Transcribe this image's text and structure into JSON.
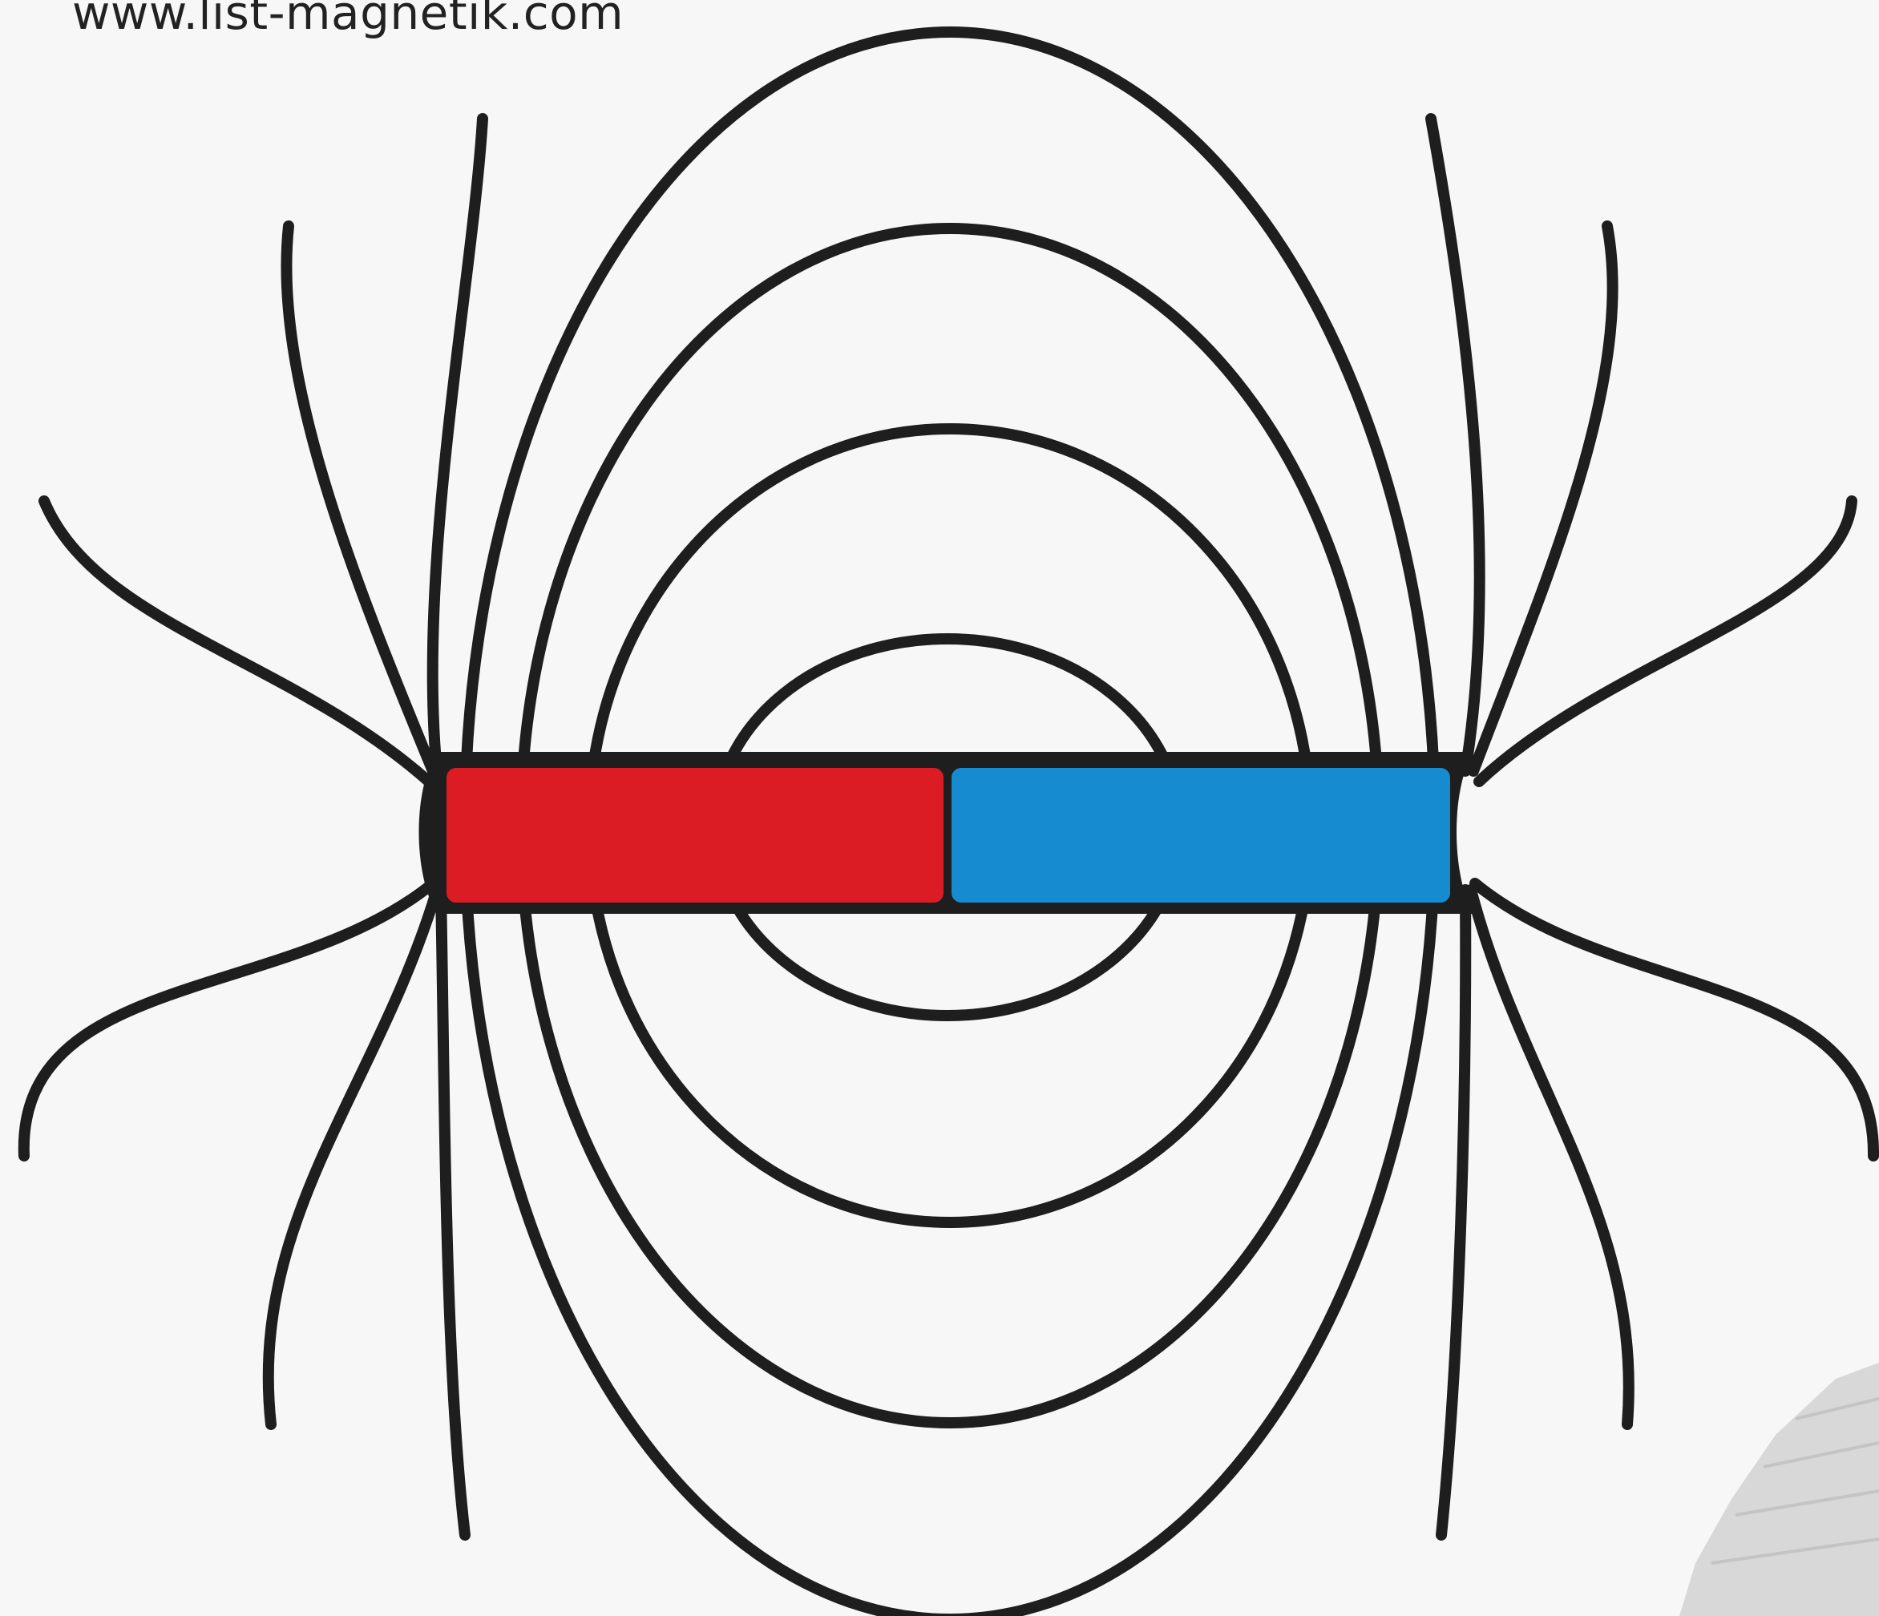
{
  "watermark": {
    "text": "www.list-magnetik.com"
  },
  "colors": {
    "background": "#f7f7f7",
    "field_line": "#1e1e1e",
    "magnet_outline": "#1e1e1e",
    "left_pole": "#dc1c25",
    "right_pole": "#168bcf",
    "corner_object": "#d8d8d8"
  },
  "diagram": {
    "subject": "bar magnet magnetic field lines",
    "left_pole_color_name": "red",
    "right_pole_color_name": "blue"
  }
}
